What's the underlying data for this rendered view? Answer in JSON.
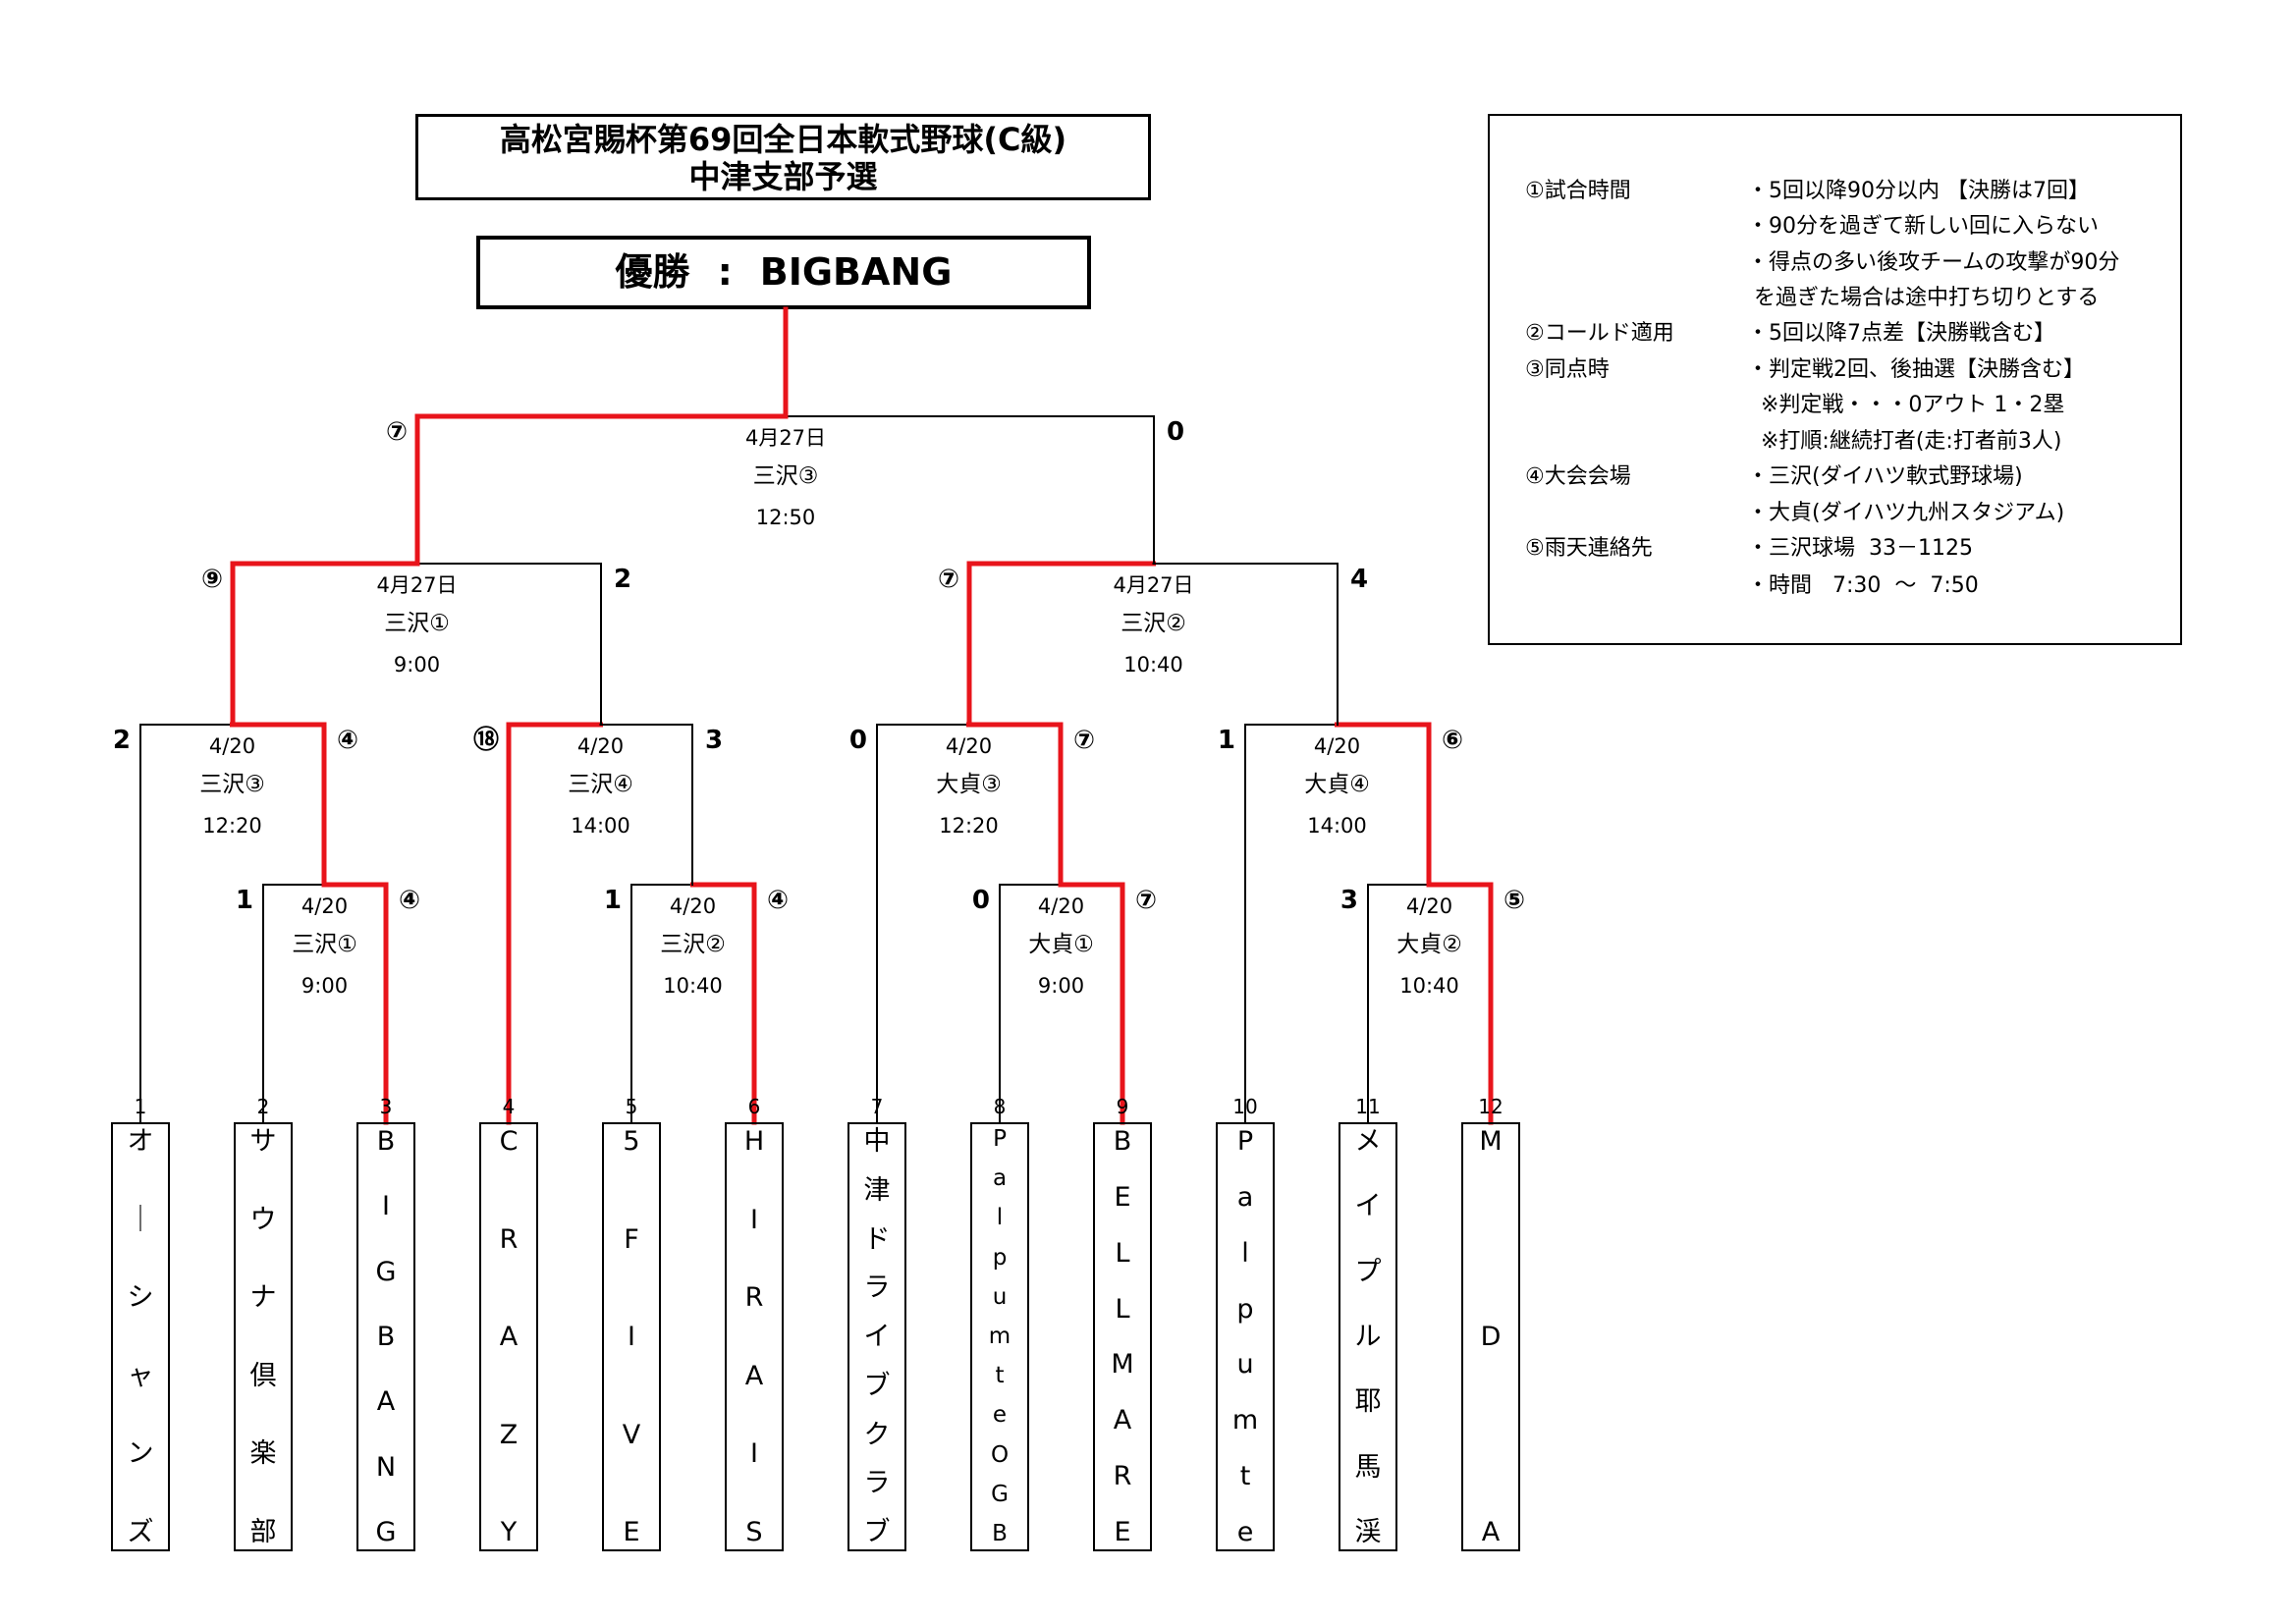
{
  "title": {
    "line1": "高松宮賜杯第69回全日本軟式野球(C級)",
    "line2": "中津支部予選"
  },
  "champion": {
    "label": "優勝",
    "sep": ":",
    "team": "BIGBANG"
  },
  "rules": [
    {
      "key": "①試合時間",
      "value": "・5回以降90分以内 【決勝は7回】"
    },
    {
      "key": "",
      "value": "・90分を過ぎて新しい回に入らない"
    },
    {
      "key": "",
      "value": "・得点の多い後攻チームの攻撃が90分"
    },
    {
      "key": "",
      "value": " を過ぎた場合は途中打ち切りとする"
    },
    {
      "key": "②コールド適用",
      "value": "・5回以降7点差【決勝戦含む】"
    },
    {
      "key": "③同点時",
      "value": "・判定戦2回、後抽選【決勝含む】"
    },
    {
      "key": "",
      "value": "  ※判定戦・・・0アウト 1・2塁"
    },
    {
      "key": "",
      "value": "  ※打順:継続打者(走:打者前3人)"
    },
    {
      "key": "④大会会場",
      "value": "・三沢(ダイハツ軟式野球場)"
    },
    {
      "key": "",
      "value": "・大貞(ダイハツ九州スタジアム)"
    },
    {
      "key": "⑤雨天連絡先",
      "value": "・三沢球場  33－1125"
    },
    {
      "key": "",
      "value": "・時間   7:30  ～  7:50"
    }
  ],
  "teams": [
    {
      "seed": "1",
      "name": "オーシャンズ"
    },
    {
      "seed": "2",
      "name": "サウナ倶楽部"
    },
    {
      "seed": "3",
      "name": "BIGBANG"
    },
    {
      "seed": "4",
      "name": "CRAZY"
    },
    {
      "seed": "5",
      "name": "5FIVE"
    },
    {
      "seed": "6",
      "name": "HIRAIS"
    },
    {
      "seed": "7",
      "name": "中津ドライブクラブ"
    },
    {
      "seed": "8",
      "name": "Palpumte OGB"
    },
    {
      "seed": "9",
      "name": "BELLMARE"
    },
    {
      "seed": "10",
      "name": "Palpumte"
    },
    {
      "seed": "11",
      "name": "メイプル耶馬渓"
    },
    {
      "seed": "12",
      "name": "MDA"
    }
  ],
  "matches": [
    {
      "id": "m1",
      "date": "4/20",
      "venue": "三沢①",
      "time": "9:00",
      "left_score": "1",
      "right_score": "④",
      "winner": "right"
    },
    {
      "id": "m2",
      "date": "4/20",
      "venue": "三沢②",
      "time": "10:40",
      "left_score": "1",
      "right_score": "④",
      "winner": "right"
    },
    {
      "id": "m3",
      "date": "4/20",
      "venue": "大貞①",
      "time": "9:00",
      "left_score": "0",
      "right_score": "⑦",
      "winner": "right"
    },
    {
      "id": "m4",
      "date": "4/20",
      "venue": "大貞②",
      "time": "10:40",
      "left_score": "3",
      "right_score": "⑤",
      "winner": "right"
    },
    {
      "id": "m5",
      "date": "4/20",
      "venue": "三沢③",
      "time": "12:20",
      "left_score": "2",
      "right_score": "④",
      "winner": "right"
    },
    {
      "id": "m6",
      "date": "4/20",
      "venue": "三沢④",
      "time": "14:00",
      "left_score": "⑱",
      "right_score": "3",
      "winner": "left"
    },
    {
      "id": "m7",
      "date": "4/20",
      "venue": "大貞③",
      "time": "12:20",
      "left_score": "0",
      "right_score": "⑦",
      "winner": "right"
    },
    {
      "id": "m8",
      "date": "4/20",
      "venue": "大貞④",
      "time": "14:00",
      "left_score": "1",
      "right_score": "⑥",
      "winner": "right"
    },
    {
      "id": "m9",
      "date": "4月27日",
      "venue": "三沢①",
      "time": "9:00",
      "left_score": "⑨",
      "right_score": "2",
      "winner": "left"
    },
    {
      "id": "m10",
      "date": "4月27日",
      "venue": "三沢②",
      "time": "10:40",
      "left_score": "⑦",
      "right_score": "4",
      "winner": "left"
    },
    {
      "id": "m11",
      "date": "4月27日",
      "venue": "三沢③",
      "time": "12:50",
      "left_score": "⑦",
      "right_score": "0",
      "winner": "left"
    }
  ],
  "colors": {
    "winner_line": "#e8141b",
    "line": "#000000"
  }
}
